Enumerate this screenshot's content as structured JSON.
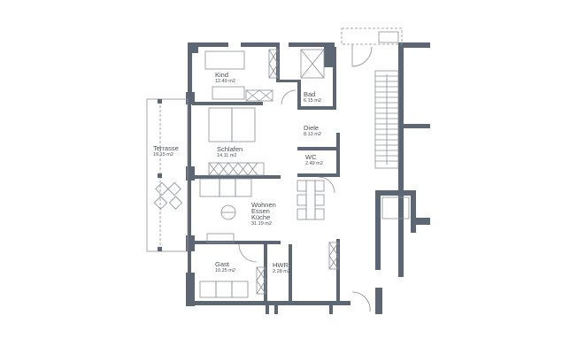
{
  "plan": {
    "wall_color": "#5d6774",
    "line_color": "#8a9099",
    "rooms": [
      {
        "name": "Kind",
        "area": "12.49 m2"
      },
      {
        "name": "Bad",
        "area": "6.15 m2"
      },
      {
        "name": "Terrasse",
        "area": "19.15 m2"
      },
      {
        "name": "Schlafen",
        "area": "14.11 m2"
      },
      {
        "name": "Diele",
        "area": "8.13 m2"
      },
      {
        "name": "WC",
        "area": "2.49 m2"
      },
      {
        "name": "Wohnen",
        "name2": "Essen",
        "name3": "Küche",
        "area": "31.19 m2"
      },
      {
        "name": "Gast",
        "area": "10.25 m2"
      },
      {
        "name": "HWR",
        "area": "2.28 m2"
      }
    ]
  }
}
